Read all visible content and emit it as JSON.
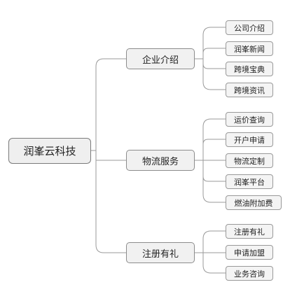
{
  "mindmap": {
    "root": {
      "label": "润峯云科技"
    },
    "branches": [
      {
        "label": "企业介绍",
        "children": [
          {
            "label": "公司介绍"
          },
          {
            "label": "润峯新闻"
          },
          {
            "label": "跨境宝典"
          },
          {
            "label": "跨境资讯"
          }
        ]
      },
      {
        "label": "物流服务",
        "children": [
          {
            "label": "运价查询"
          },
          {
            "label": "开户申请"
          },
          {
            "label": "物流定制"
          },
          {
            "label": "润峯平台"
          },
          {
            "label": "燃油附加费"
          }
        ]
      },
      {
        "label": "注册有礼",
        "children": [
          {
            "label": "注册有礼"
          },
          {
            "label": "申请加盟"
          },
          {
            "label": "业务咨询"
          }
        ]
      }
    ]
  }
}
